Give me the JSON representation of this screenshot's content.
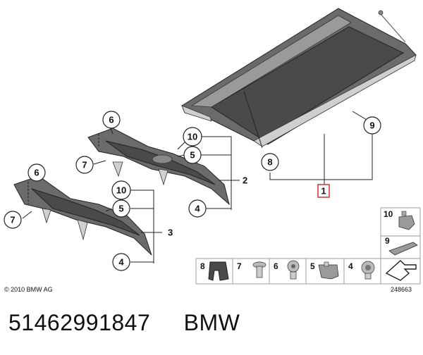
{
  "diagram": {
    "copyright": "© 2010 BMW AG",
    "image_number": "248663",
    "callouts": {
      "main_part": "1",
      "n2": "2",
      "n3": "3",
      "n4": "4",
      "n5": "5",
      "n6": "6",
      "n7": "7",
      "n8": "8",
      "n9": "9",
      "n10": "10"
    },
    "legend": {
      "items": [
        {
          "label": "8"
        },
        {
          "label": "7"
        },
        {
          "label": "6"
        },
        {
          "label": "5"
        },
        {
          "label": "4"
        }
      ],
      "side": [
        {
          "label": "10"
        },
        {
          "label": "9"
        }
      ]
    }
  },
  "footer": {
    "part_number": "51462991847",
    "brand": "BMW"
  }
}
